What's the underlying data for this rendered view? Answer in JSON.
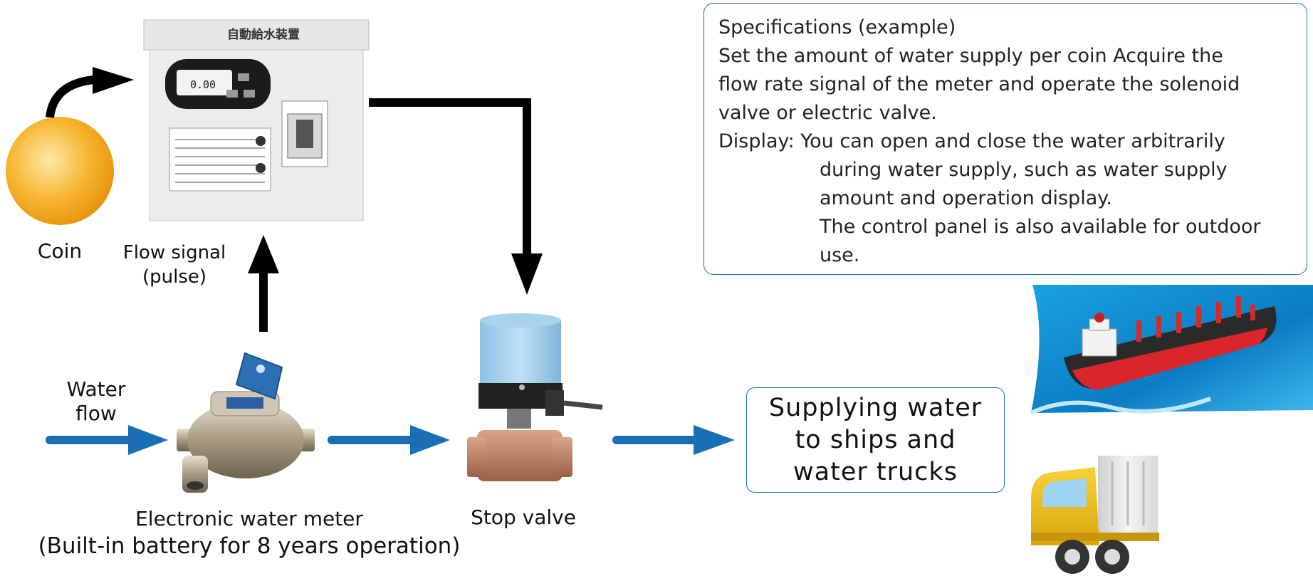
{
  "labels": {
    "coin": "Coin",
    "flow_signal_line1": "Flow signal",
    "flow_signal_line2": "(pulse)",
    "water_flow_line1": "Water",
    "water_flow_line2": "flow",
    "meter_line1": "Electronic water meter",
    "meter_line2": "(Built-in battery for 8 years operation)",
    "stop_valve": "Stop valve"
  },
  "panel": {
    "title": "自動給水装置",
    "display_value": "0.00"
  },
  "specifications": {
    "title": "Specifications (example)",
    "line1": "Set the amount of water supply per coin Acquire the",
    "line2": "flow rate signal of the meter and operate the solenoid",
    "line3": "valve or electric valve.",
    "display_line1": "Display: You can open and close the water arbitrarily",
    "display_line2": "during water supply, such as water supply",
    "display_line3": "amount and operation display.",
    "display_line4": "The control panel is also available for outdoor",
    "display_line5": "use."
  },
  "supply": {
    "line1": "Supplying water",
    "line2": "to ships and",
    "line3": "water trucks"
  },
  "colors": {
    "flow_arrow": "#1a6fb4",
    "signal_arrow": "#000000",
    "box_border": "#1a6fa8",
    "coin": "#f5a81c"
  }
}
